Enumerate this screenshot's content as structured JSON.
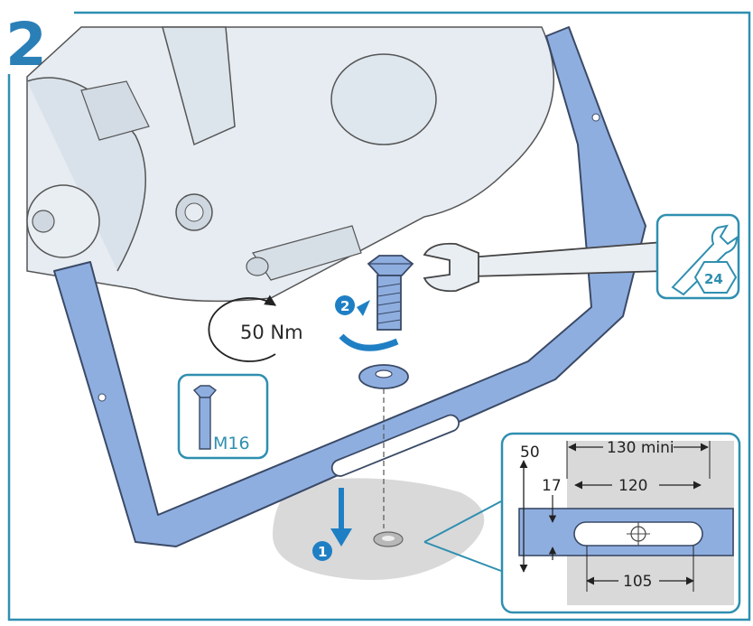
{
  "step_number": "2",
  "torque_label": "50 Nm",
  "bolt_spec": "M16",
  "wrench_size": "24",
  "callout_1": "1",
  "callout_2": "2",
  "detail": {
    "thickness": "50",
    "hole_width": "17",
    "min_spacing": "130 mini",
    "slot_outer": "120",
    "slot_inner": "105"
  },
  "colors": {
    "frame": "#2f8fb0",
    "bracket": "#8faee0",
    "bracket_stroke": "#3a4a66",
    "floor": "#d6d6d6",
    "accent": "#1f7fc4"
  }
}
